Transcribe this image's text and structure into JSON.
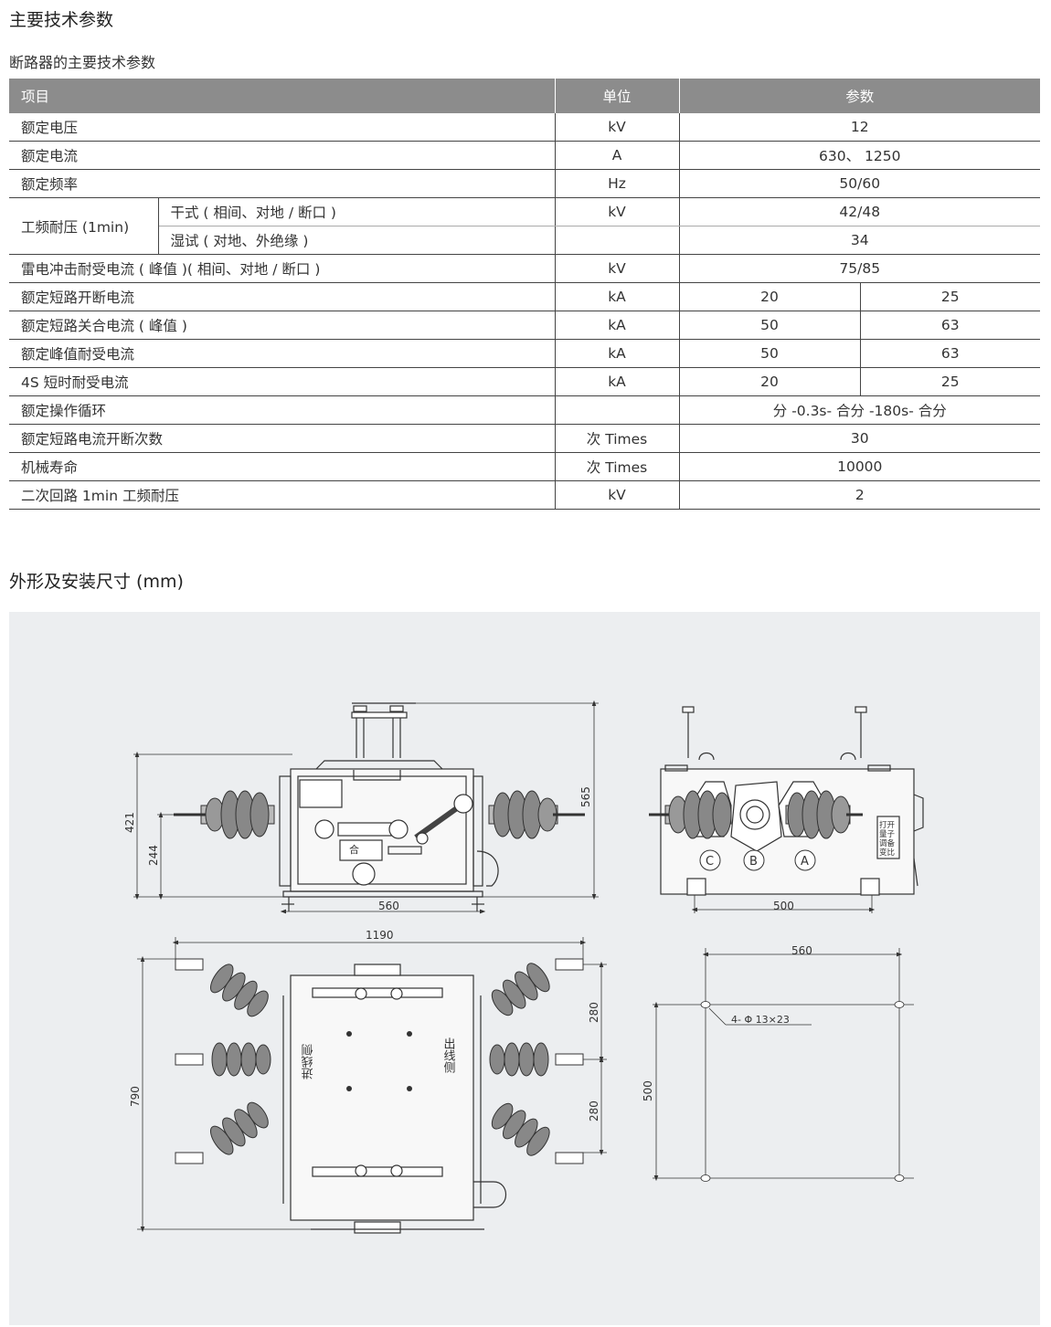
{
  "heading_main": "主要技术参数",
  "heading_sub": "断路器的主要技术参数",
  "table": {
    "col_item": "项目",
    "col_unit": "单位",
    "col_param": "参数",
    "rows": [
      {
        "item": "额定电压",
        "unit": "kV",
        "v": "12"
      },
      {
        "item": "额定电流",
        "unit": "A",
        "v": "630、 1250"
      },
      {
        "item": "额定频率",
        "unit": "Hz",
        "v": "50/60"
      },
      {
        "item": "工频耐压 (1min)",
        "sub1": "干式 ( 相间、对地 / 断口 )",
        "unit1": "kV",
        "v1": "42/48",
        "sub2": "湿试 ( 对地、外绝缘 )",
        "unit2": "",
        "v2": "34"
      },
      {
        "item": "雷电冲击耐受电流 ( 峰值 )( 相间、对地 / 断口 )",
        "unit": "kV",
        "v": "75/85"
      },
      {
        "item": "额定短路开断电流",
        "unit": "kA",
        "a": "20",
        "b": "25"
      },
      {
        "item": "额定短路关合电流 ( 峰值 )",
        "unit": "kA",
        "a": "50",
        "b": "63"
      },
      {
        "item": "额定峰值耐受电流",
        "unit": "kA",
        "a": "50",
        "b": "63"
      },
      {
        "item": "4S 短时耐受电流",
        "unit": "kA",
        "a": "20",
        "b": "25"
      },
      {
        "item": "额定操作循环",
        "unit": "",
        "v": "分 -0.3s- 合分 -180s- 合分"
      },
      {
        "item": "额定短路电流开断次数",
        "unit": "次 Times",
        "v": "30"
      },
      {
        "item": "机械寿命",
        "unit": "次 Times",
        "v": "10000"
      },
      {
        "item": "二次回路 1min 工频耐压",
        "unit": "kV",
        "v": "2"
      }
    ]
  },
  "heading_dims": "外形及安装尺寸 (mm)",
  "drawing": {
    "front_dims": {
      "width": "560",
      "height_total": "565",
      "height_mid": "421",
      "height_low": "244"
    },
    "side_dims": {
      "width": "500"
    },
    "side_labels": {
      "a": "A",
      "b": "B",
      "c": "C"
    },
    "side_plate": [
      "打开",
      "量子",
      "调备",
      "变比"
    ],
    "front_label": "合",
    "top_dims": {
      "width": "1190",
      "depth": "790",
      "pitch_1": "280",
      "pitch_2": "280"
    },
    "top_labels": {
      "in": "进线侧",
      "out": "出线侧"
    },
    "mount_dims": {
      "width": "560",
      "depth": "500",
      "hole": "4- Φ 13×23"
    }
  }
}
